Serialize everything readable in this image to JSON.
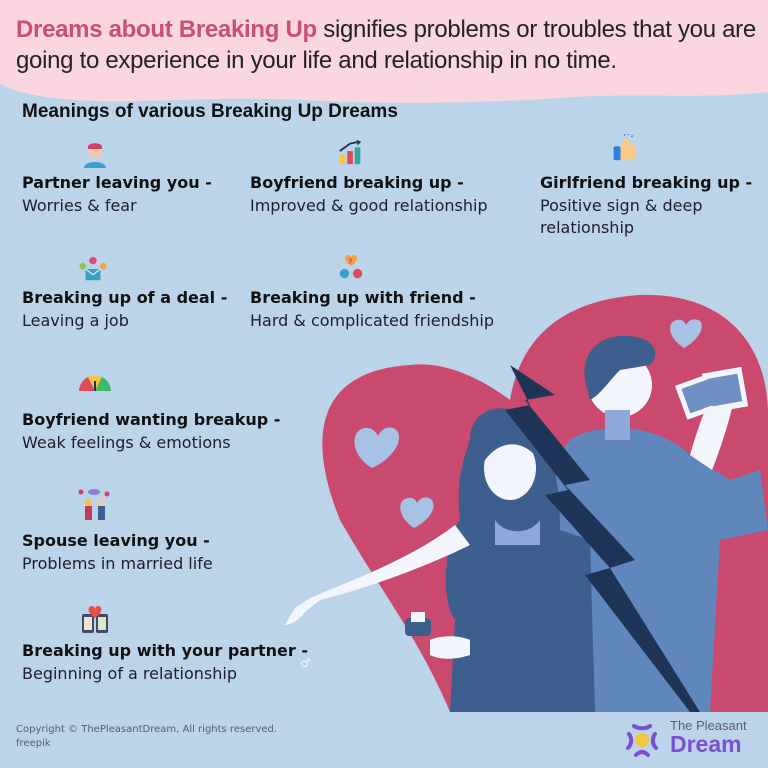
{
  "header": {
    "headline_accent": "Dreams about Breaking Up",
    "headline_rest": " signifies problems or troubles that you are going to experience in your life and relationship in no time.",
    "bg_color": "#f9d6e0",
    "accent_color": "#c9506f"
  },
  "subtitle": "Meanings of various Breaking Up Dreams",
  "items": [
    {
      "icon": "sad-man-icon",
      "title": "Partner leaving you -",
      "desc": "Worries & fear"
    },
    {
      "icon": "growth-chart-icon",
      "title": "Boyfriend breaking up -",
      "desc": "Improved & good relationship"
    },
    {
      "icon": "thumbs-up-icon",
      "title": "Girlfriend breaking up -",
      "desc": "Positive sign & deep relationship"
    },
    {
      "icon": "deal-envelope-icon",
      "title": "Breaking up of a deal -",
      "desc": "Leaving a job"
    },
    {
      "icon": "question-heart-friends-icon",
      "title": "Breaking up with friend -",
      "desc": "Hard & complicated friendship"
    },
    {
      "icon": "mood-meter-icon",
      "title": "Boyfriend wanting breakup -",
      "desc": "Weak feelings & emotions"
    },
    {
      "icon": "couple-arguing-icon",
      "title": "Spouse leaving you -",
      "desc": "Problems in married life"
    },
    {
      "icon": "phones-heart-icon",
      "title": "Breaking up with your partner -",
      "desc": "Beginning of a relationship"
    }
  ],
  "illustration": {
    "description": "Couple back to back in front of a broken red heart with lightning crack",
    "heart_color": "#c94a6e",
    "crack_color": "#1f3558"
  },
  "footer": {
    "copyright": "Copyright © ThePleasantDream, All rights reserved.",
    "credit": "freepik"
  },
  "logo": {
    "line1": "The Pleasant",
    "line2": "Dream"
  }
}
